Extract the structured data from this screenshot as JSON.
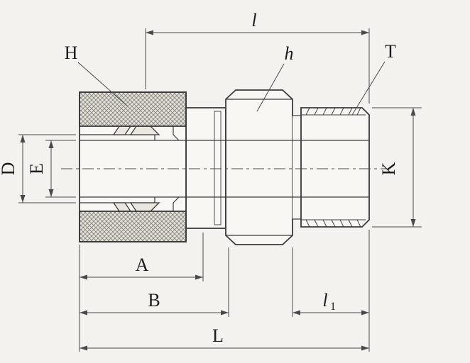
{
  "colors": {
    "background": "#f3f2ee",
    "line": "#3a3a3a",
    "dim": "#4a4a4a",
    "hatch": "#808078",
    "hatchbg": "#e3e1da",
    "fill": "#f8f7f3",
    "text": "#1c1c1c"
  },
  "drawing": {
    "labels": {
      "length_l": "l",
      "nut_hex_H": "H",
      "body_hex_h": "h",
      "thread_T": "T",
      "dia_D": "D",
      "dia_E": "E",
      "dia_K": "K",
      "len_A": "A",
      "len_B": "B",
      "len_l1_main": "l",
      "len_l1_sub": "1",
      "len_L": "L"
    }
  }
}
